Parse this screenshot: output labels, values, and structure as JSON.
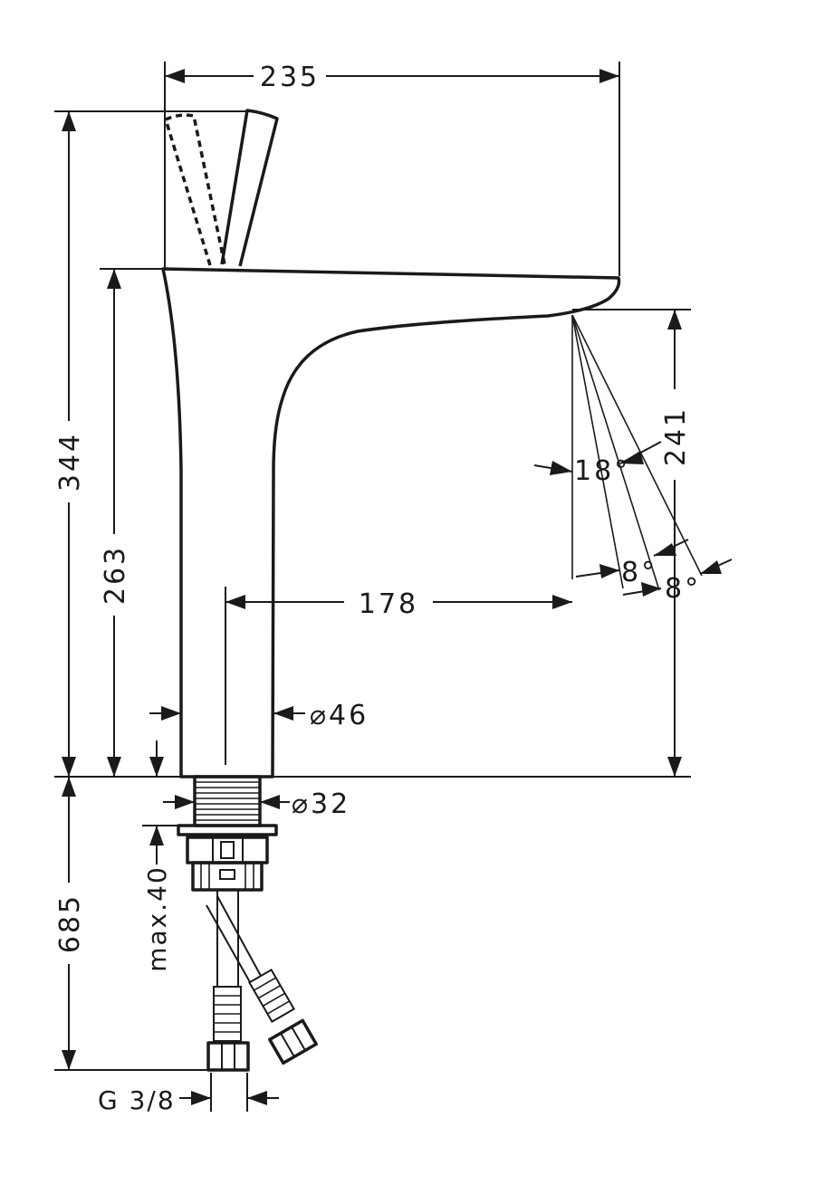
{
  "dimensions": {
    "width_total": "235",
    "height_total": "344",
    "height_spout": "263",
    "reach": "178",
    "outlet_height": "241",
    "body_diameter": "⌀46",
    "thread_diameter": "⌀32",
    "hose_length": "685",
    "max_thickness": "max.40",
    "connection": "G 3/8",
    "angle_jet": "18°",
    "angle_a": "8°",
    "angle_b": "8°"
  },
  "colors": {
    "line": "#1a1a1a",
    "background": "#ffffff"
  }
}
